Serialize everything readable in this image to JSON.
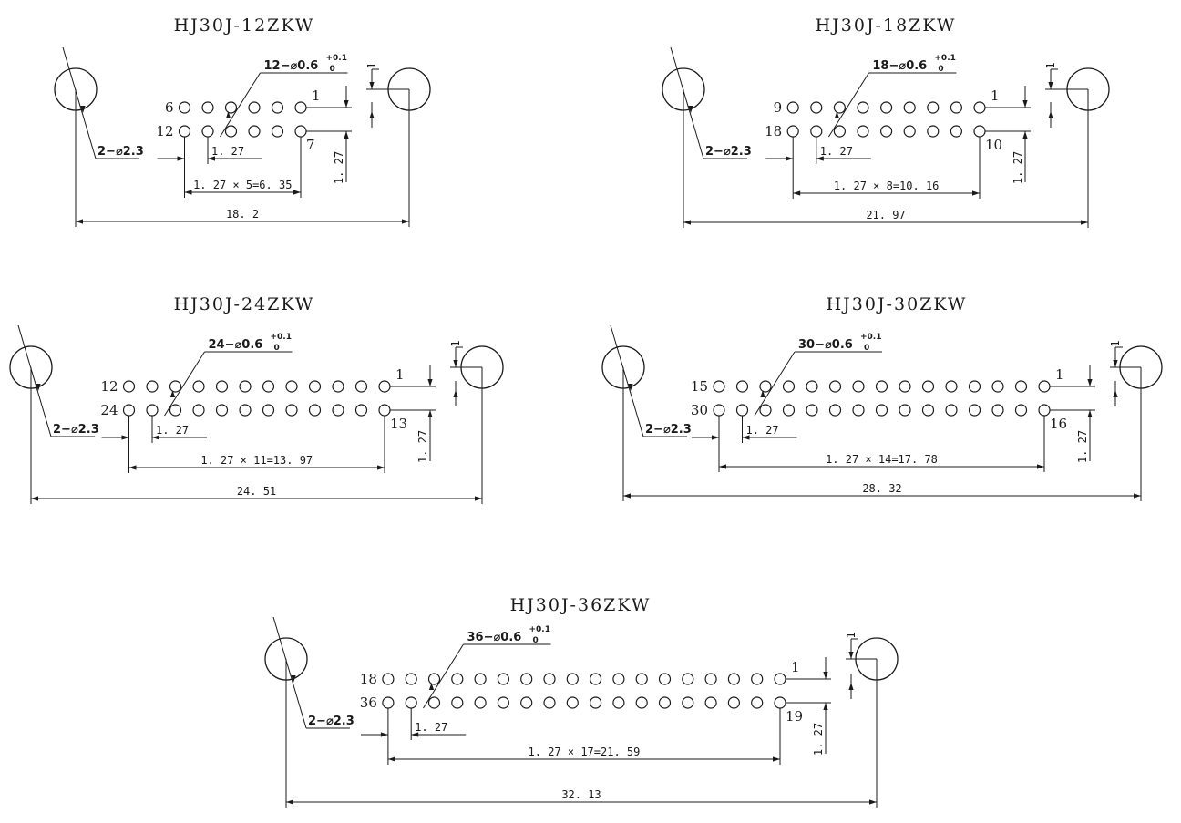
{
  "drawings": [
    {
      "title": "HJ30J-12ZKW",
      "pins_per_row": 6,
      "top_row_left_label": "6",
      "top_row_right_label": "1",
      "bottom_row_left_label": "12",
      "bottom_row_right_label": "7",
      "hole_spec_main": "12−⌀0.6",
      "hole_spec_tol": "+0.1",
      "hole_spec_tol_lower": "0",
      "mount_spec_main": "2−⌀2.3",
      "pitch_label": "1. 27",
      "span_label": "1. 27 × 5=6. 35",
      "overall_label": "18. 2",
      "row_offset_label": "1. 27",
      "edge_offset_label": "1"
    },
    {
      "title": "HJ30J-18ZKW",
      "pins_per_row": 9,
      "top_row_left_label": "9",
      "top_row_right_label": "1",
      "bottom_row_left_label": "18",
      "bottom_row_right_label": "10",
      "hole_spec_main": "18−⌀0.6",
      "hole_spec_tol": "+0.1",
      "hole_spec_tol_lower": "0",
      "mount_spec_main": "2−⌀2.3",
      "pitch_label": "1. 27",
      "span_label": "1. 27 × 8=10. 16",
      "overall_label": "21. 97",
      "row_offset_label": "1. 27",
      "edge_offset_label": "1"
    },
    {
      "title": "HJ30J-24ZKW",
      "pins_per_row": 12,
      "top_row_left_label": "12",
      "top_row_right_label": "1",
      "bottom_row_left_label": "24",
      "bottom_row_right_label": "13",
      "hole_spec_main": "24−⌀0.6",
      "hole_spec_tol": "+0.1",
      "hole_spec_tol_lower": "0",
      "mount_spec_main": "2−⌀2.3",
      "pitch_label": "1. 27",
      "span_label": "1. 27 × 11=13. 97",
      "overall_label": "24. 51",
      "row_offset_label": "1. 27",
      "edge_offset_label": "1"
    },
    {
      "title": "HJ30J-30ZKW",
      "pins_per_row": 15,
      "top_row_left_label": "15",
      "top_row_right_label": "1",
      "bottom_row_left_label": "30",
      "bottom_row_right_label": "16",
      "hole_spec_main": "30−⌀0.6",
      "hole_spec_tol": "+0.1",
      "hole_spec_tol_lower": "0",
      "mount_spec_main": "2−⌀2.3",
      "pitch_label": "1. 27",
      "span_label": "1. 27 × 14=17. 78",
      "overall_label": "28. 32",
      "row_offset_label": "1. 27",
      "edge_offset_label": "1"
    },
    {
      "title": "HJ30J-36ZKW",
      "pins_per_row": 18,
      "top_row_left_label": "18",
      "top_row_right_label": "1",
      "bottom_row_left_label": "36",
      "bottom_row_right_label": "19",
      "hole_spec_main": "36−⌀0.6",
      "hole_spec_tol": "+0.1",
      "hole_spec_tol_lower": "0",
      "mount_spec_main": "2−⌀2.3",
      "pitch_label": "1. 27",
      "span_label": "1. 27 × 17=21. 59",
      "overall_label": "32. 13",
      "row_offset_label": "1. 27",
      "edge_offset_label": "1"
    }
  ]
}
